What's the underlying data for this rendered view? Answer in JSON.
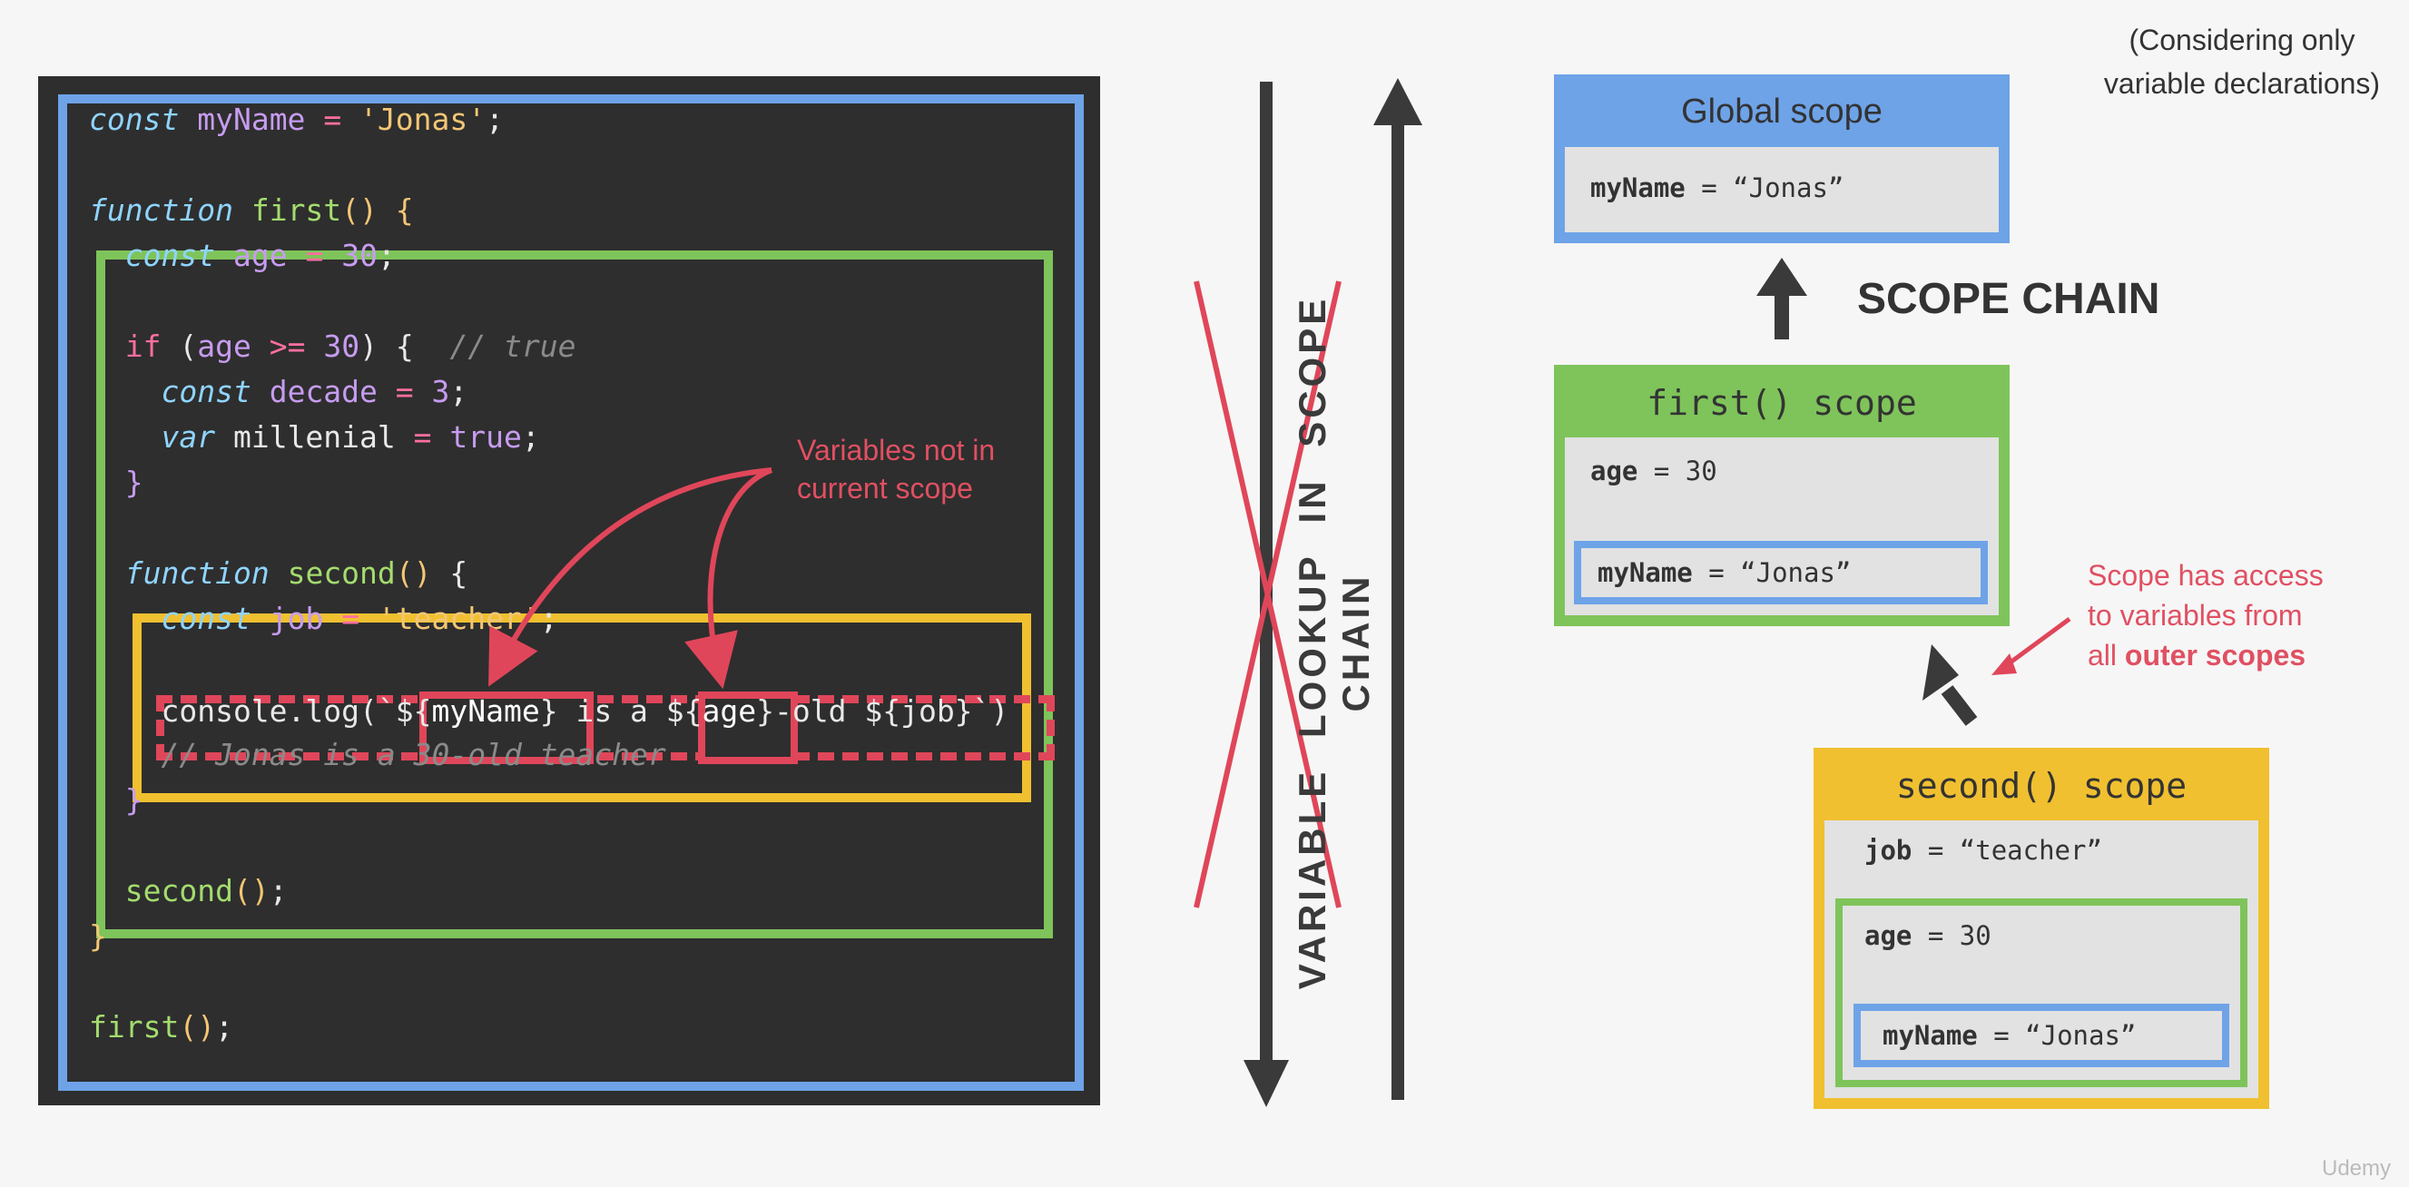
{
  "code": {
    "lines": [
      [
        [
          "kw",
          "const"
        ],
        [
          "plain",
          " "
        ],
        [
          "var",
          "myName"
        ],
        [
          "plain",
          " "
        ],
        [
          "op",
          "="
        ],
        [
          "plain",
          " "
        ],
        [
          "str",
          "'Jonas'"
        ],
        [
          "plain",
          ";"
        ]
      ],
      [],
      [
        [
          "kw",
          "function"
        ],
        [
          "plain",
          " "
        ],
        [
          "fn",
          "first"
        ],
        [
          "par",
          "()"
        ],
        [
          "plain",
          " "
        ],
        [
          "par",
          "{"
        ]
      ],
      [
        [
          "plain",
          "  "
        ],
        [
          "kw",
          "const"
        ],
        [
          "plain",
          " "
        ],
        [
          "var",
          "age"
        ],
        [
          "plain",
          " "
        ],
        [
          "op",
          "="
        ],
        [
          "plain",
          " "
        ],
        [
          "num",
          "30"
        ],
        [
          "plain",
          ";"
        ]
      ],
      [],
      [
        [
          "plain",
          "  "
        ],
        [
          "op",
          "if"
        ],
        [
          "plain",
          " ("
        ],
        [
          "var",
          "age"
        ],
        [
          "plain",
          " "
        ],
        [
          "op",
          ">="
        ],
        [
          "plain",
          " "
        ],
        [
          "num",
          "30"
        ],
        [
          "plain",
          ") {  "
        ],
        [
          "com",
          "// true"
        ]
      ],
      [
        [
          "plain",
          "    "
        ],
        [
          "kw",
          "const"
        ],
        [
          "plain",
          " "
        ],
        [
          "var",
          "decade"
        ],
        [
          "plain",
          " "
        ],
        [
          "op",
          "="
        ],
        [
          "plain",
          " "
        ],
        [
          "num",
          "3"
        ],
        [
          "plain",
          ";"
        ]
      ],
      [
        [
          "plain",
          "    "
        ],
        [
          "kw",
          "var"
        ],
        [
          "plain",
          " millenial "
        ],
        [
          "op",
          "="
        ],
        [
          "plain",
          " "
        ],
        [
          "num",
          "true"
        ],
        [
          "plain",
          ";"
        ]
      ],
      [
        [
          "plain",
          "  "
        ],
        [
          "var",
          "}"
        ]
      ],
      [],
      [
        [
          "plain",
          "  "
        ],
        [
          "kw",
          "function"
        ],
        [
          "plain",
          " "
        ],
        [
          "fn",
          "second"
        ],
        [
          "par",
          "()"
        ],
        [
          "plain",
          " {"
        ]
      ],
      [
        [
          "plain",
          "    "
        ],
        [
          "kw",
          "const"
        ],
        [
          "plain",
          " "
        ],
        [
          "var",
          "job"
        ],
        [
          "plain",
          " "
        ],
        [
          "op",
          "="
        ],
        [
          "plain",
          " "
        ],
        [
          "str",
          "'teacher'"
        ],
        [
          "plain",
          ";"
        ]
      ],
      [],
      [
        [
          "plain",
          "    console.log(`${"
        ],
        [
          "hlt",
          "myName"
        ],
        [
          "plain",
          "} is a ${"
        ],
        [
          "hlt",
          "age"
        ],
        [
          "plain",
          "}-old ${job}`)"
        ]
      ],
      [
        [
          "com",
          "    // Jonas is a 30-old teacher"
        ]
      ],
      [
        [
          "plain",
          "  "
        ],
        [
          "var",
          "}"
        ]
      ],
      [],
      [
        [
          "plain",
          "  "
        ],
        [
          "fn",
          "second"
        ],
        [
          "par",
          "()"
        ],
        [
          "plain",
          ";"
        ]
      ],
      [
        [
          "par",
          "}"
        ]
      ],
      [],
      [
        [
          "fn",
          "first"
        ],
        [
          "par",
          "()"
        ],
        [
          "plain",
          ";"
        ]
      ]
    ]
  },
  "annotations": {
    "not_in_scope": "Variables not in\ncurrent scope",
    "access_line1": "Scope has access",
    "access_line2": "to variables from",
    "access_line3_prefix": "all ",
    "access_line3_bold": "outer scopes"
  },
  "lookup_label": "VARIABLE LOOKUP IN SCOPE CHAIN",
  "scope_chain_label": "SCOPE CHAIN",
  "considering_note": "(Considering only variable declarations)",
  "scopes": {
    "global": {
      "title": "Global scope",
      "var_name": "myName",
      "var_rest": " = “Jonas”"
    },
    "first": {
      "title": "first() scope",
      "age_name": "age",
      "age_rest": " = 30",
      "myname_name": "myName",
      "myname_rest": " = “Jonas”"
    },
    "second": {
      "title": "second() scope",
      "job_name": "job",
      "job_rest": " = “teacher”",
      "age_name": "age",
      "age_rest": " = 30",
      "myname_name": "myName",
      "myname_rest": " = “Jonas”"
    }
  },
  "colors": {
    "global": "#6ea3e8",
    "first": "#7ec45a",
    "second": "#f0c030",
    "highlight": "#e0465a",
    "arrow": "#3a3a3a"
  },
  "watermark": "Udemy"
}
